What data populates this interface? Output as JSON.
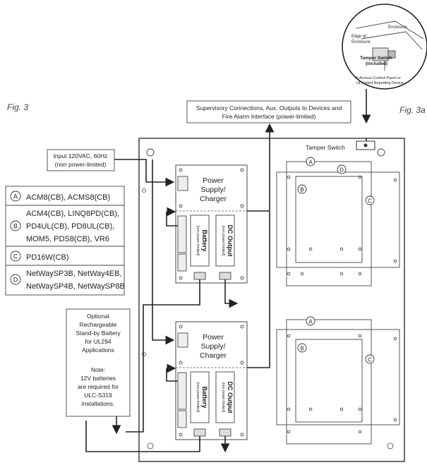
{
  "figure_labels": {
    "fig3": "Fig. 3",
    "fig3a": "Fig. 3a"
  },
  "inset": {
    "enclosure": "Enclosure",
    "edge_line1": "Edge of",
    "edge_line2": "Enclosure",
    "tamper_line1": "Tamper Switch",
    "tamper_line2": "(included)",
    "dest_line1": "To Access Control Panel or",
    "dest_line2": "UL Listed Reporting Device"
  },
  "supervisory": {
    "line1": "Supervisory Connections, Aux. Outputs to Devices and",
    "line2": "Fire Alarm Interface (power-limited)"
  },
  "tamper_switch_label": "Tamper Switch",
  "input": {
    "line1": "Input 120VAC, 60Hz",
    "line2": "(non power-limited)"
  },
  "legend": [
    {
      "letter": "A",
      "lines": [
        "ACM8(CB), ACMS8(CB)"
      ]
    },
    {
      "letter": "B",
      "lines": [
        "ACM4(CB), LINQ8PD(CB),",
        "PD4UL(CB), PD8UL(CB),",
        "MOM5, PDS8(CB), VR6"
      ]
    },
    {
      "letter": "C",
      "lines": [
        "PD16W(CB)"
      ]
    },
    {
      "letter": "D",
      "lines": [
        "NetWaySP3B, NetWay4EB,",
        "NetWaySP4B, NetWaySP8B"
      ]
    }
  ],
  "battery_note": {
    "lines": [
      "Optional",
      "Rechargeable",
      "Stand-by Battery",
      "for UL294",
      "Applications",
      "",
      "Note:",
      "12V batteries",
      "are required for",
      "ULC-S319",
      "installations."
    ]
  },
  "power_supply": {
    "title_line1": "Power",
    "title_line2": "Supply/",
    "title_line3": "Charger",
    "battery": "Battery",
    "battery_sub": "(non power-limited)",
    "dc_output": "DC Output",
    "dc_sub": "(non power-limited)"
  },
  "board_markers": {
    "a": "A",
    "b": "B",
    "c": "C",
    "d": "D"
  }
}
